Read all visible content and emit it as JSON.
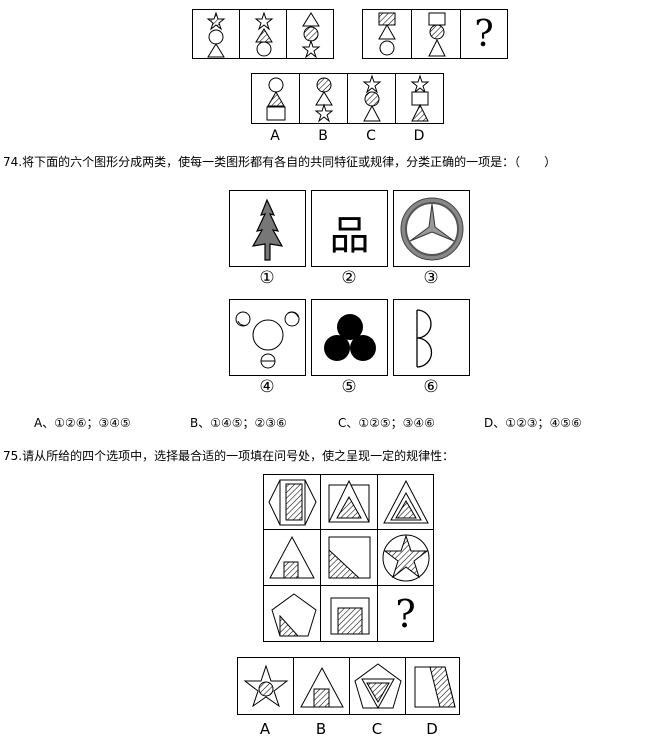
{
  "top_section": {
    "question_mark": "?",
    "options": [
      "A",
      "B",
      "C",
      "D"
    ]
  },
  "q74": {
    "text": "74.将下面的六个图形分成两类，使每一类图形都有各自的共同特征或规律，分类正确的一项是：（　　）",
    "figure_char": "品",
    "labels": [
      "①",
      "②",
      "③",
      "④",
      "⑤",
      "⑥"
    ],
    "answers": [
      "A、①②⑥；③④⑤",
      "B、①④⑤；②③⑥",
      "C、①②⑤；③④⑥",
      "D、①②③；④⑤⑥"
    ]
  },
  "q75": {
    "text": "75.请从所给的四个选项中，选择最合适的一项填在问号处，使之呈现一定的规律性：",
    "question_mark": "?",
    "options": [
      "A",
      "B",
      "C",
      "D"
    ]
  }
}
